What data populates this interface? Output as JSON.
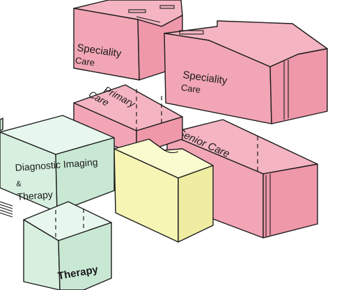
{
  "blocks": [
    {
      "id": "speciality-care-back",
      "lines": [
        "Speciality",
        "Care"
      ]
    },
    {
      "id": "speciality-care-front",
      "lines": [
        "Speciality",
        "Care"
      ]
    },
    {
      "id": "primary-care",
      "lines": [
        "Primary",
        "Care"
      ]
    },
    {
      "id": "senior-care",
      "lines": [
        "Senior Care"
      ]
    },
    {
      "id": "diagnostic-imaging",
      "lines": [
        "Diagnostic Imaging",
        "&",
        "Therapy"
      ]
    },
    {
      "id": "therapy",
      "lines": [
        "Therapy"
      ]
    }
  ],
  "colors": {
    "pink_top": "#f4b4c1",
    "pink_front": "#f2a6b5",
    "pink_side": "#ee98aa",
    "green_top": "#e8f7ee",
    "green_front": "#d6efdf",
    "green_side": "#c9e8d4",
    "yellow_top": "#fbfbd0",
    "yellow_front": "#f6f5b4",
    "yellow_side": "#eeeda2",
    "outline": "#1c1c1c"
  }
}
